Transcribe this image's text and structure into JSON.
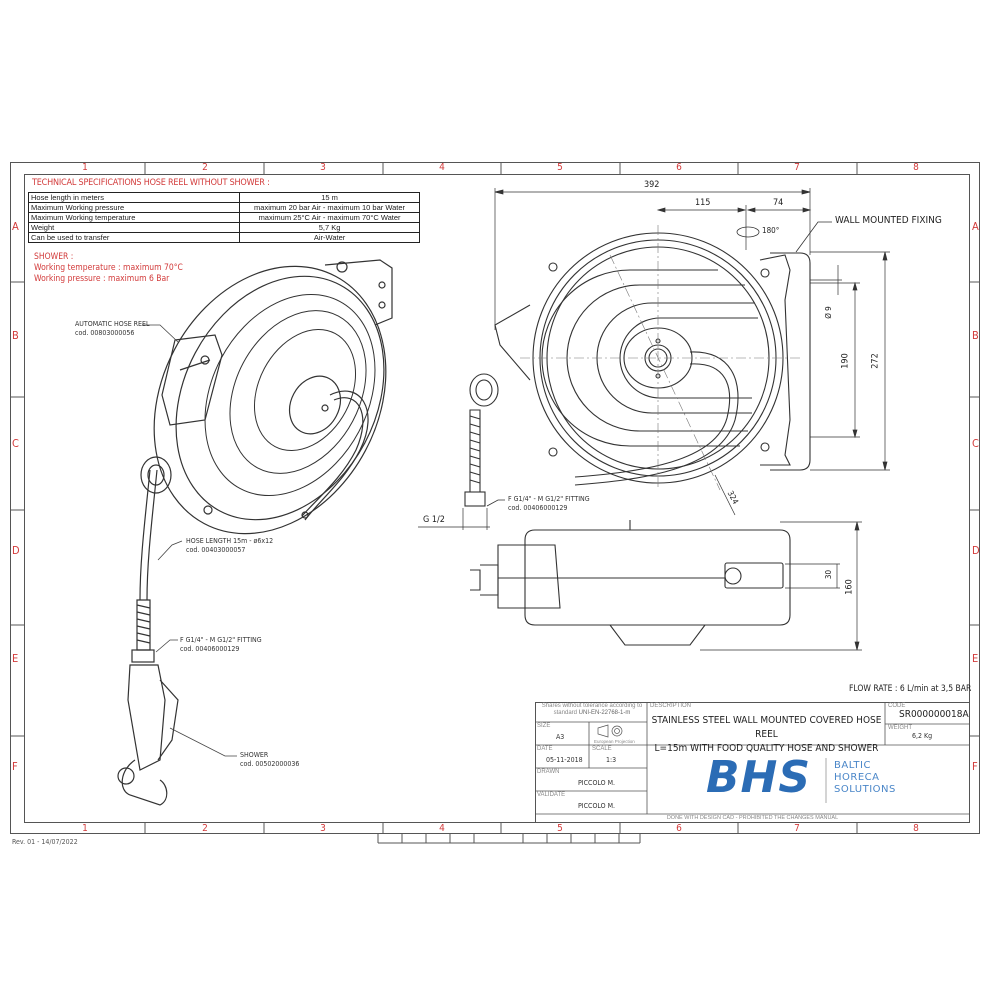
{
  "frame": {
    "columns": [
      "1",
      "2",
      "3",
      "4",
      "5",
      "6",
      "7",
      "8"
    ],
    "rows": [
      "A",
      "B",
      "C",
      "D",
      "E",
      "F"
    ],
    "revision": "Rev. 01 - 14/07/2022",
    "zone_color": "#d23a3a"
  },
  "specs": {
    "title": "TECHNICAL SPECIFICATIONS HOSE REEL WITHOUT SHOWER :",
    "rows": [
      {
        "label": "Hose length in meters",
        "value": "15 m"
      },
      {
        "label": "Maximum Working pressure",
        "value": "maximum 20 bar Air - maximum 10 bar Water"
      },
      {
        "label": "Maximum Working temperature",
        "value": "maximum 25°C Air - maximum 70°C Water"
      },
      {
        "label": "Weight",
        "value": "5,7 Kg"
      },
      {
        "label": "Can be used to transfer",
        "value": "Air-Water"
      }
    ]
  },
  "shower": {
    "title": "SHOWER :",
    "temperature": "Working temperature : maximum 70°C",
    "pressure": "Working pressure : maximum 6 Bar"
  },
  "callouts": {
    "reel": {
      "name": "AUTOMATIC HOSE REEL",
      "code": "cod. 00803000056"
    },
    "hose": {
      "name": "HOSE LENGTH 15m - ø6x12",
      "code": "cod. 00403000057"
    },
    "fitting": {
      "name": "F G1/4\" - M G1/2\" FITTING",
      "code": "cod. 00406000129"
    },
    "shower": {
      "name": "SHOWER",
      "code": "cod. 00502000036"
    },
    "fitting_front": {
      "name": "F G1/4\" - M G1/2\" FITTING",
      "code": "cod. 00406000129"
    },
    "wall_fixing": "WALL MOUNTED FIXING"
  },
  "dimensions": {
    "overall_width": "392",
    "center_offset": "115",
    "mount_offset": "74",
    "rotation": "180°",
    "hole_dia": "Ø 9",
    "hole_spacing": "190",
    "overall_height": "272",
    "radius": "324",
    "thread": "G 1/2",
    "bracket_width": "30",
    "depth": "160"
  },
  "flow_rate": "FLOW RATE : 6 L/min at 3,5 BAR",
  "title_block": {
    "tolerance_note": "Shares without tolerance according to standard",
    "tolerance_std": "UNI-EN-22768-1-m",
    "size_label": "SIZE",
    "size": "A3",
    "projection": "European Projection",
    "date_label": "DATE",
    "date": "05-11-2018",
    "scale_label": "SCALE",
    "scale": "1:3",
    "drawn_label": "DRAWN",
    "drawn": "PICCOLO M.",
    "validate_label": "VALIDATE",
    "validate": "PICCOLO M.",
    "description_label": "DESCRIPTION",
    "description_line1": "STAINLESS STEEL WALL MOUNTED COVERED HOSE REEL",
    "description_line2": "L=15m WITH FOOD QUALITY HOSE AND SHOWER",
    "code_label": "CODE",
    "code": "SR000000018A",
    "weight_label": "WEIGHT",
    "weight": "6,2 Kg",
    "footer": "DONE WITH DESIGN CAD - PROHIBITED THE CHANGES MANUAL"
  },
  "logo": {
    "mark": "BHS",
    "line1": "BALTIC",
    "line2": "HORECA",
    "line3": "SOLUTIONS",
    "color": "#2b6cb5"
  }
}
